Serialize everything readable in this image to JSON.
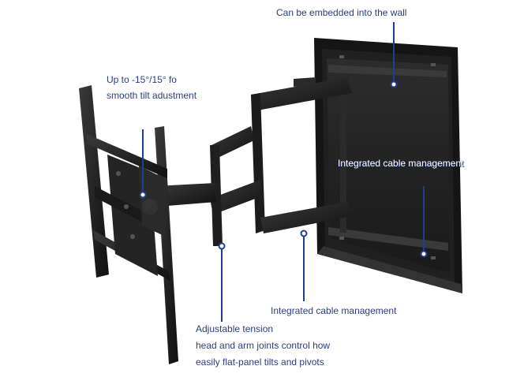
{
  "annotations": {
    "wall_embed": "Can be embedded into the wall",
    "tilt_line1": "Up  to -15°/15° fo",
    "tilt_line2": "smooth tilt adustment",
    "cable_mgmt_top": "Integrated cable management",
    "cable_mgmt_bottom": "Integrated cable management",
    "tension_line1": "Adjustable tension",
    "tension_line2": "head and arm joints control how",
    "tension_line3": "easily flat-panel tilts and pivots"
  },
  "colors": {
    "annotation_text": "#2b3f7a",
    "leader_line": "#1f3f8c",
    "mount_metal": "#1b1b1b",
    "background": "#ffffff"
  }
}
